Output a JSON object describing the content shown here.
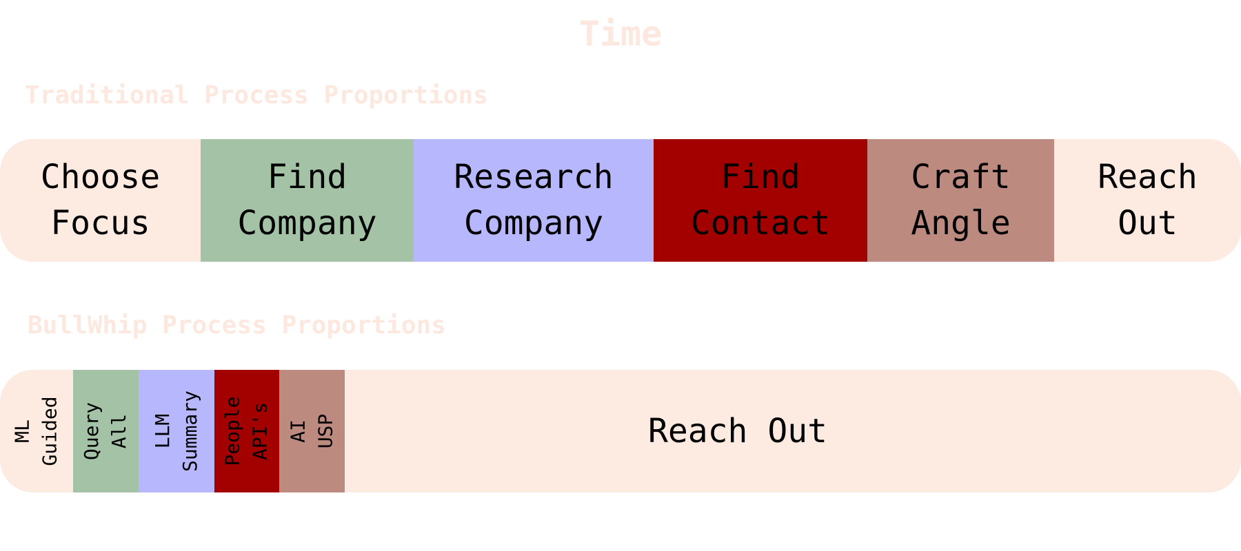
{
  "title": "Time",
  "traditional": {
    "heading": "Traditional Process Proportions",
    "segments": [
      {
        "label": "Choose\nFocus",
        "color": "#fdeae1"
      },
      {
        "label": "Find\nCompany",
        "color": "#a3c2a6"
      },
      {
        "label": "Research\nCompany",
        "color": "#b7b7fd"
      },
      {
        "label": "Find\nContact",
        "color": "#a30000"
      },
      {
        "label": "Craft\nAngle",
        "color": "#bd8a80"
      },
      {
        "label": "Reach\nOut",
        "color": "#fdeae1"
      }
    ]
  },
  "bullwhip": {
    "heading": "BullWhip Process Proportions",
    "segments": [
      {
        "label": "ML\nGuided",
        "color": "#fdeae1"
      },
      {
        "label": "Query\nAll",
        "color": "#a3c2a6"
      },
      {
        "label": "LLM\nSummary",
        "color": "#b7b7fd"
      },
      {
        "label": "People\nAPI's",
        "color": "#a30000"
      },
      {
        "label": "AI USP",
        "color": "#bd8a80"
      },
      {
        "label": "Reach Out",
        "color": "#fdeae1"
      }
    ]
  }
}
